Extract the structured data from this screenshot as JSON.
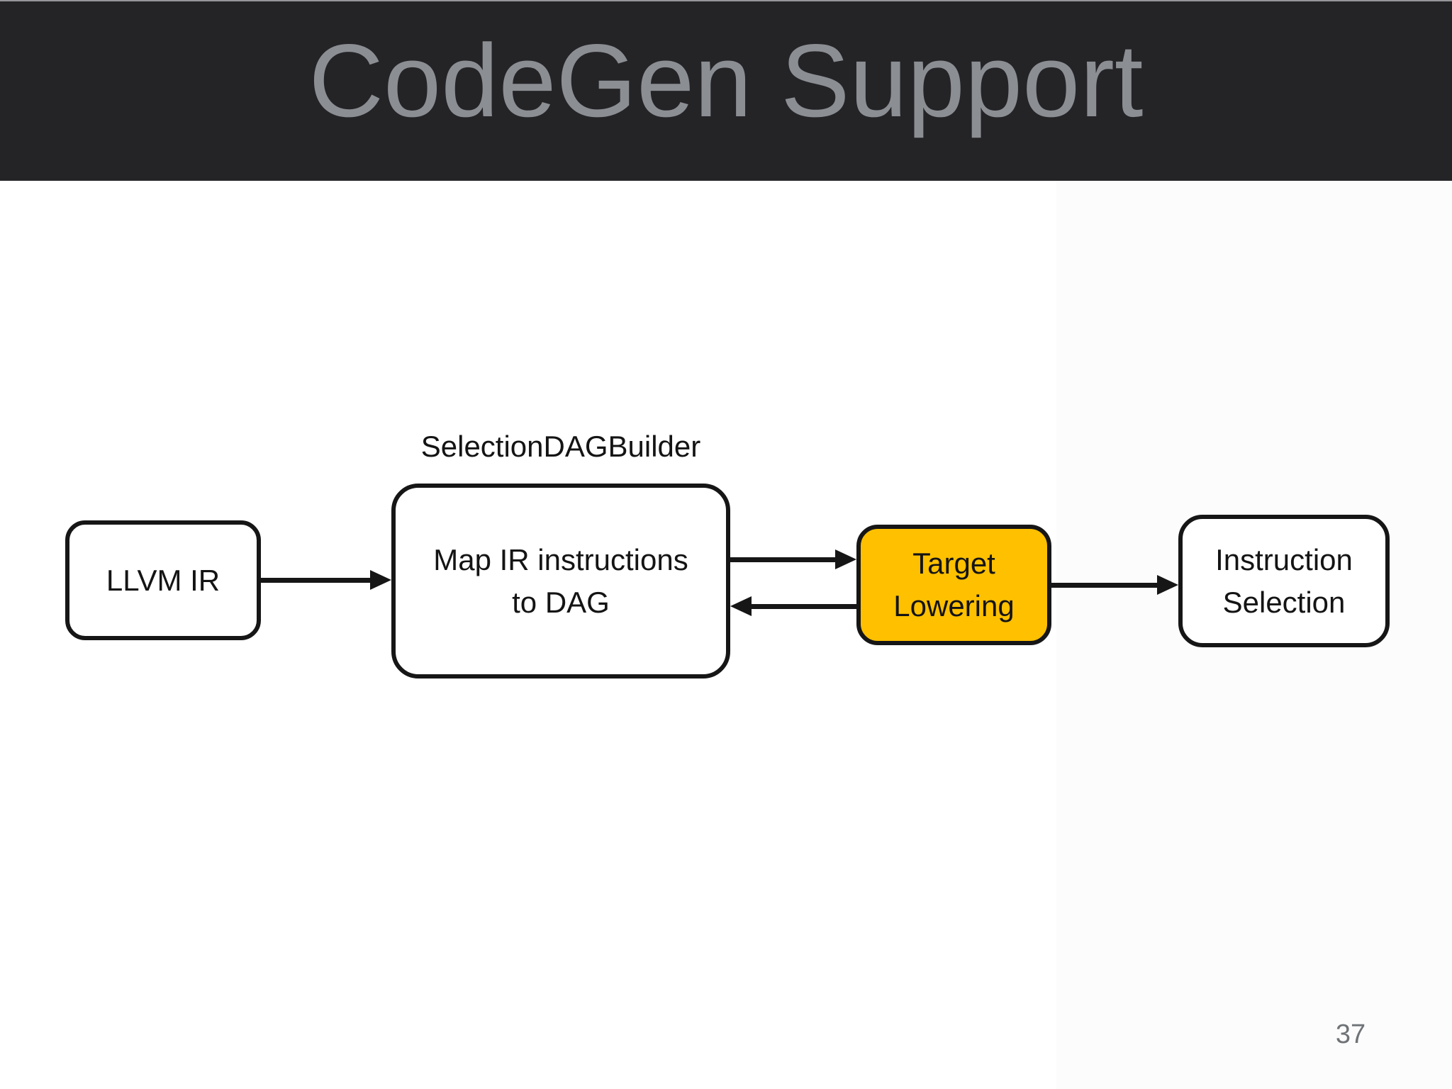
{
  "slide": {
    "title": "CodeGen Support",
    "page_number": "37"
  },
  "diagram": {
    "builder_label": "SelectionDAGBuilder",
    "nodes": {
      "llvm_ir": {
        "label": "LLVM IR"
      },
      "map_ir": {
        "line1": "Map IR instructions",
        "line2": "to DAG"
      },
      "target_lowering": {
        "line1": "Target",
        "line2": "Lowering"
      },
      "instruction_selection": {
        "line1": "Instruction",
        "line2": "Selection"
      }
    },
    "flow": [
      "LLVM IR -> Map IR instructions to DAG",
      "Map IR instructions to DAG -> Target Lowering",
      "Target Lowering -> Map IR instructions to DAG",
      "Target Lowering -> Instruction Selection"
    ]
  },
  "colors": {
    "header_bg": "#242427",
    "title_text": "#8b8e93",
    "highlight_fill": "#ffc000",
    "stroke": "#161616",
    "page_number_text": "#6f7377"
  }
}
